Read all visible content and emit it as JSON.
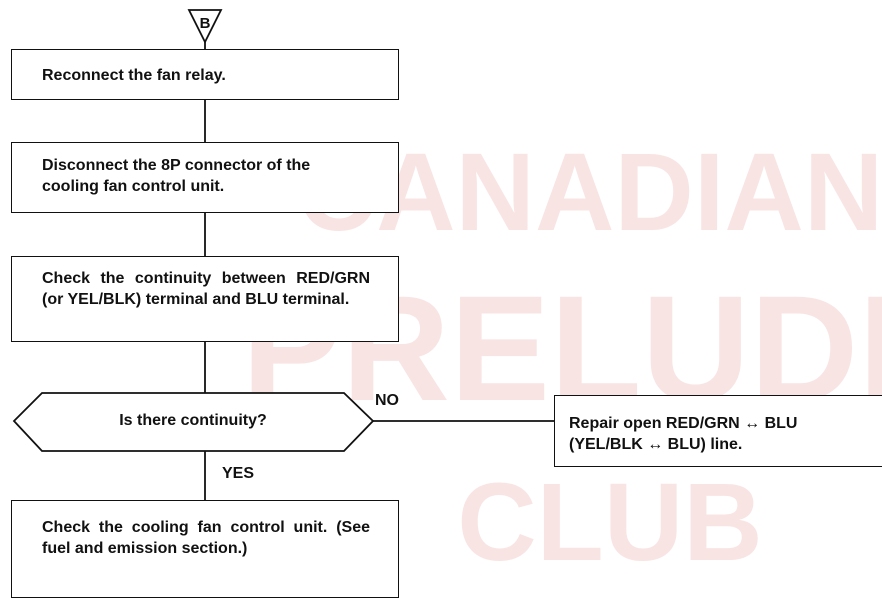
{
  "watermark": {
    "line1": "CANADIAN",
    "line2": "PRELUDE",
    "line3": "CLUB",
    "color": "#f6d3d3"
  },
  "connector": {
    "label": "B"
  },
  "steps": {
    "reconnect": "Reconnect the fan relay.",
    "disconnect": "Disconnect the 8P connector of the cooling fan control unit.",
    "check_continuity": "Check the continuity between RED/GRN (or YEL/BLK) terminal and BLU terminal.",
    "decision": "Is there continuity?",
    "repair": "Repair open RED/GRN ↔ BLU (YEL/BLK ↔ BLU) line.",
    "check_unit": "Check the cooling fan control unit. (See fuel and emission section.)"
  },
  "branches": {
    "no": "NO",
    "yes": "YES"
  },
  "colors": {
    "line": "#111111",
    "box_fill": "#ffffff"
  }
}
